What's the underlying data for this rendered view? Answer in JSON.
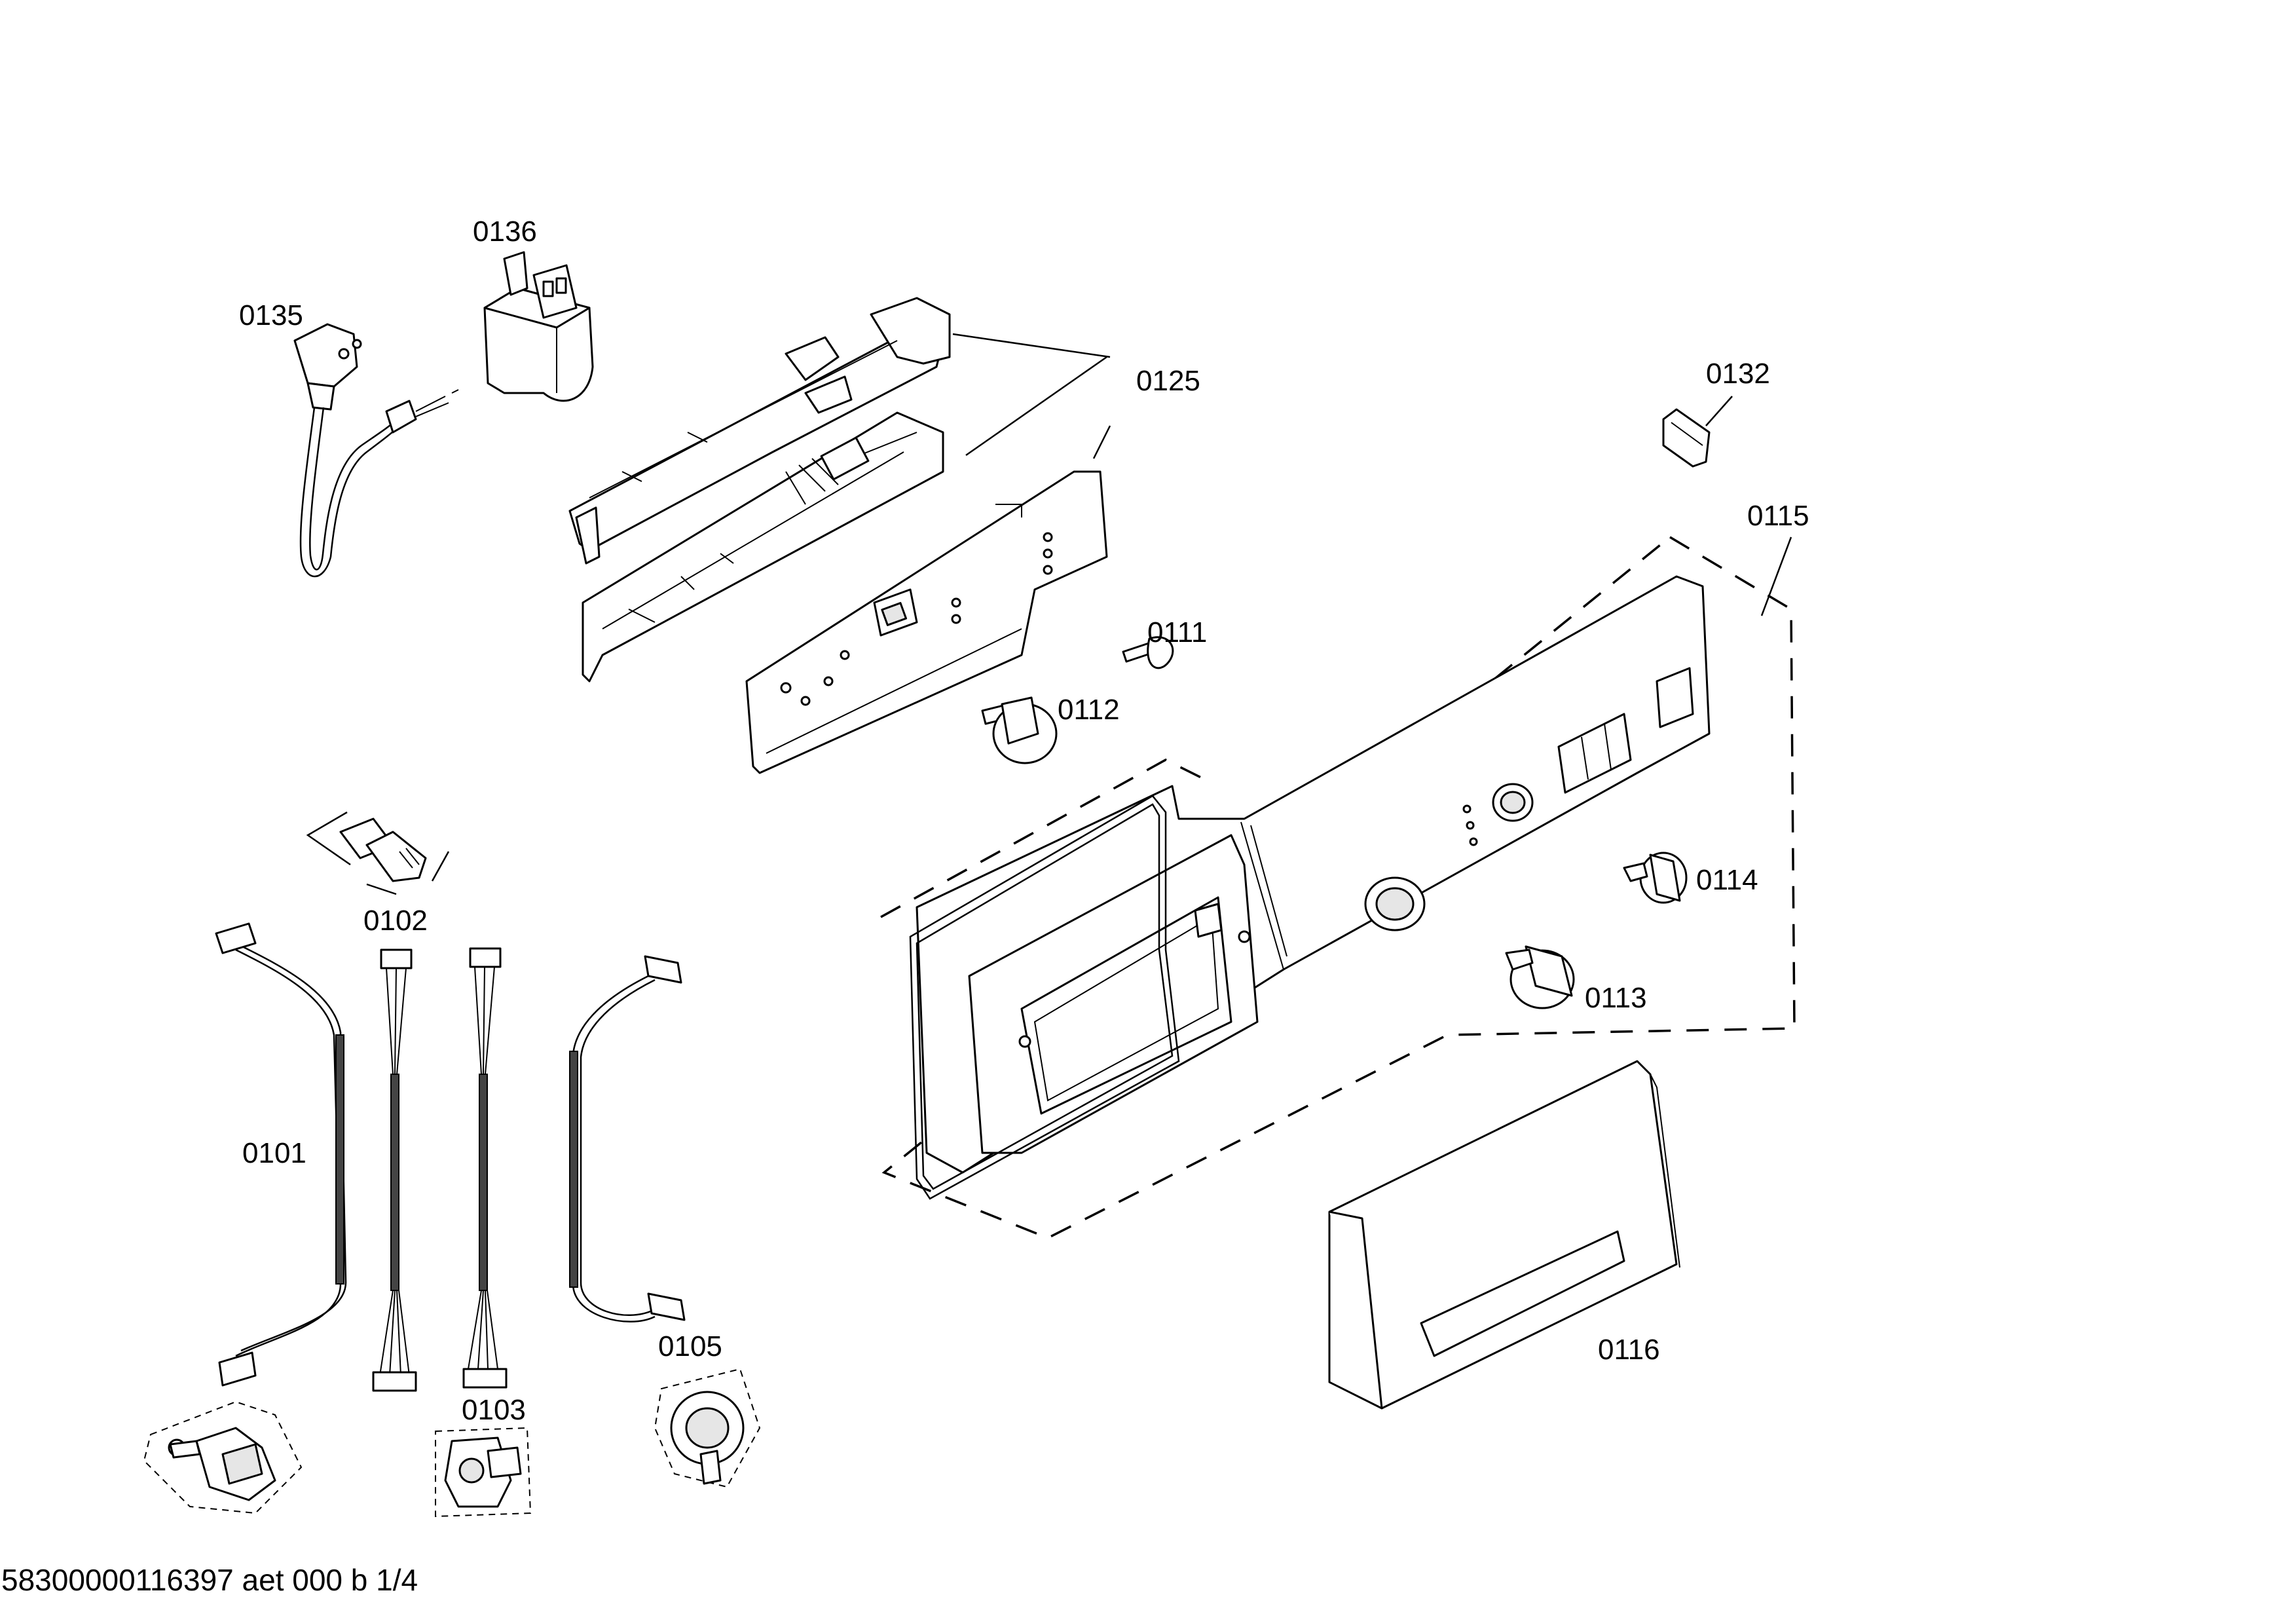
{
  "labels": {
    "p0101": "0101",
    "p0102": "0102",
    "p0103": "0103",
    "p0105": "0105",
    "p0111": "0111",
    "p0112": "0112",
    "p0113": "0113",
    "p0114": "0114",
    "p0115": "0115",
    "p0116": "0116",
    "p0125": "0125",
    "p0132": "0132",
    "p0135": "0135",
    "p0136": "0136"
  },
  "footer": "58300000116397 aet 000 b 1/4"
}
